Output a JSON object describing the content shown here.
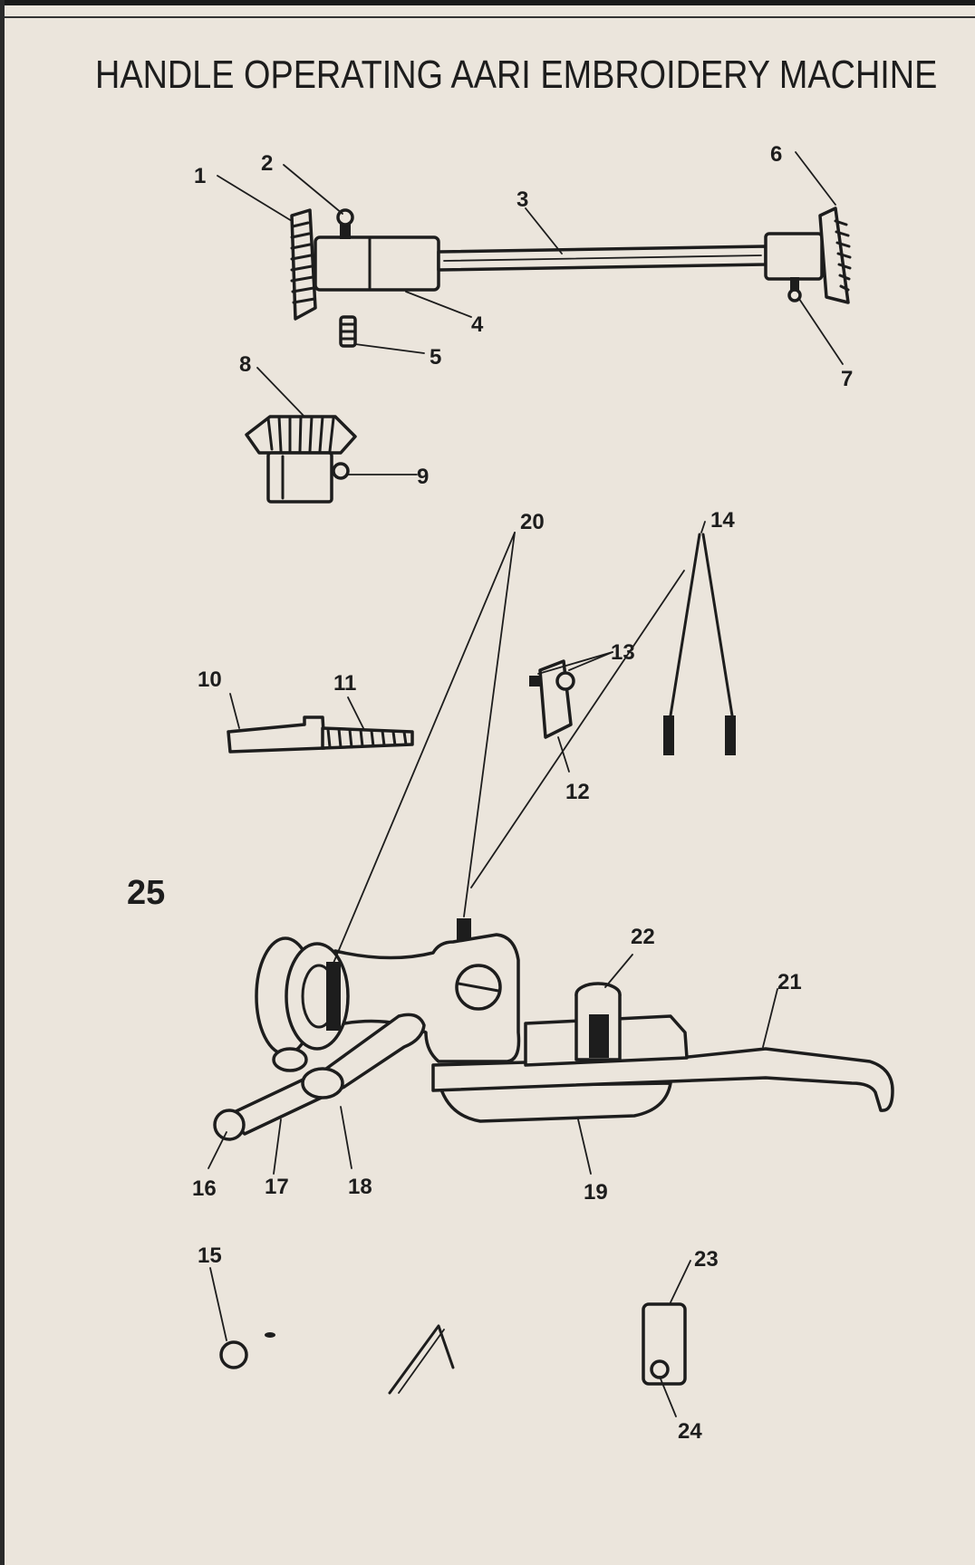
{
  "title": "HANDLE OPERATING AARI EMBROIDERY MACHINE",
  "figure_number": "25",
  "part_labels": [
    "1",
    "2",
    "3",
    "4",
    "5",
    "6",
    "7",
    "8",
    "9",
    "10",
    "11",
    "12",
    "13",
    "14",
    "15",
    "16",
    "17",
    "18",
    "19",
    "20",
    "21",
    "22",
    "23",
    "24"
  ]
}
